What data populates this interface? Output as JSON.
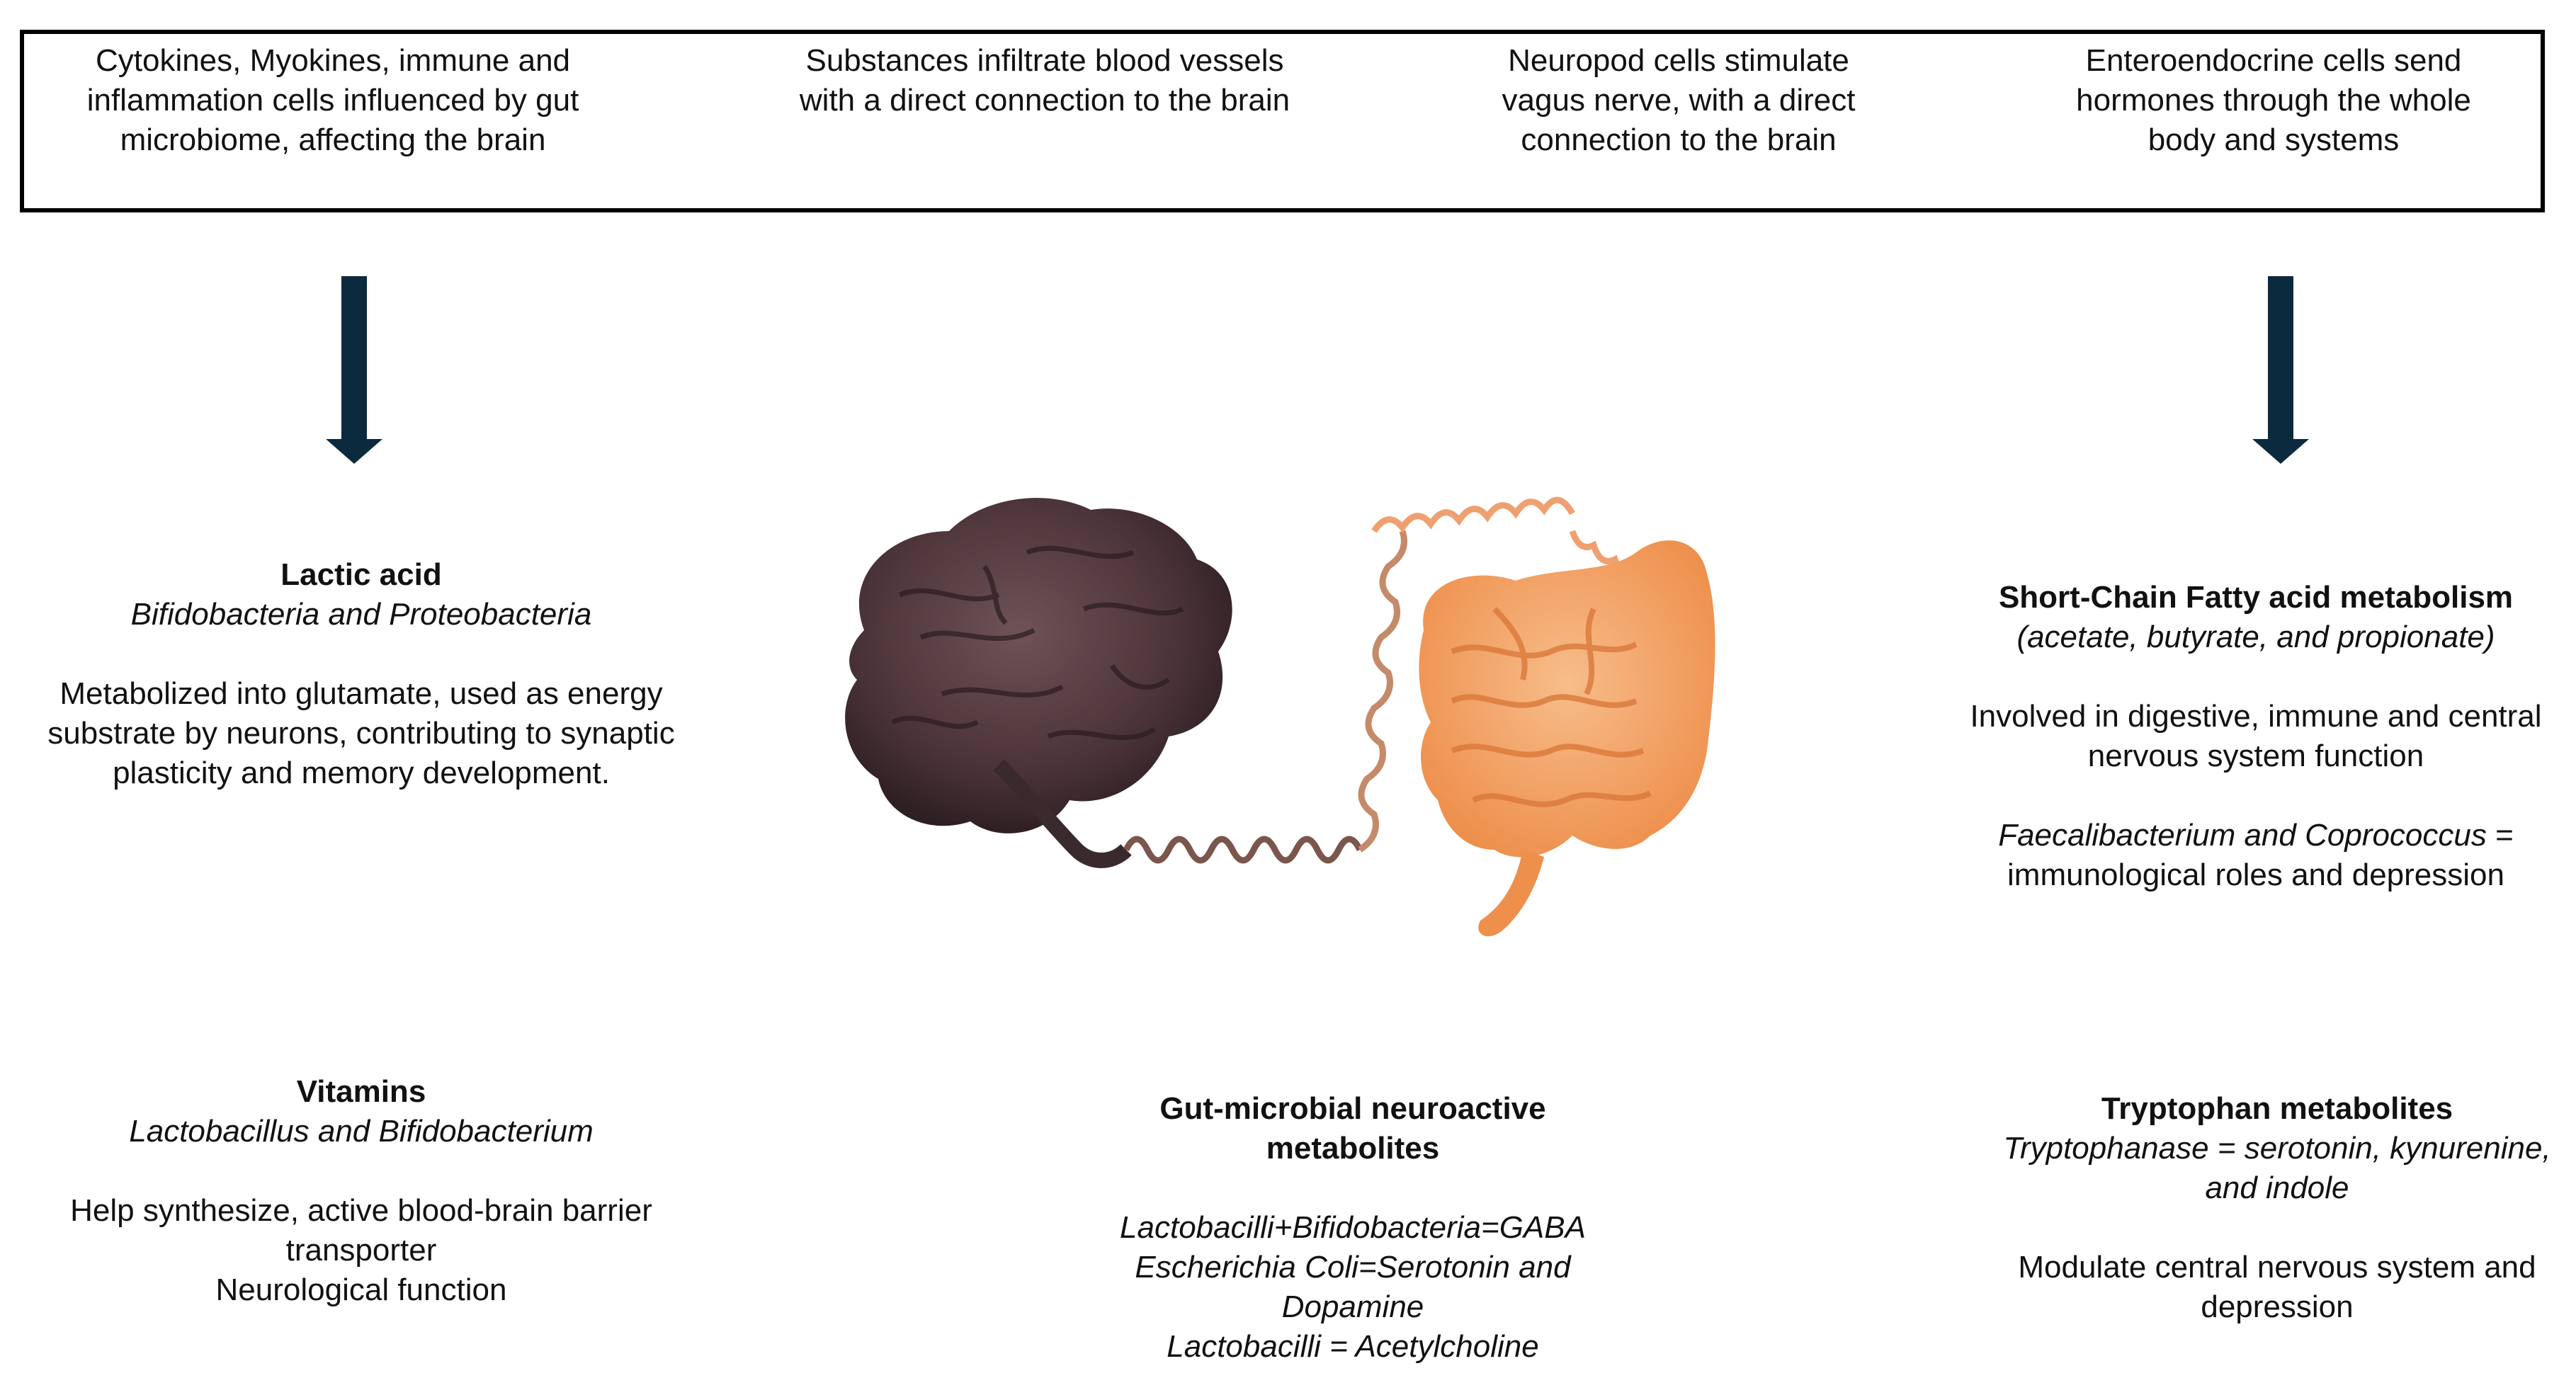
{
  "top_boxes": [
    {
      "text": "Cytokines, Myokines, immune and\ninflammation cells influenced by gut\nmicrobiome, affecting the brain"
    },
    {
      "text": "Substances infiltrate blood vessels\nwith a direct connection to the brain"
    },
    {
      "text": "Neuropod cells stimulate\nvagus nerve, with a direct\nconnection to the brain"
    },
    {
      "text": "Enteroendocrine cells send\nhormones through the whole\nbody and systems"
    }
  ],
  "lactic_acid": {
    "title": "Lactic acid",
    "bacteria": "Bifidobacteria and Proteobacteria",
    "description": "Metabolized into glutamate, used as energy\nsubstrate by neurons, contributing to synaptic\nplasticity and memory development."
  },
  "vitamins": {
    "title": "Vitamins",
    "bacteria": "Lactobacillus and Bifidobacterium",
    "description": "Help synthesize, active blood-brain barrier\ntransporter\nNeurological function"
  },
  "gut_microbial": {
    "title": "Gut-microbial neuroactive\nmetabolites",
    "lines": "Lactobacilli+Bifidobacteria=GABA\nEscherichia Coli=Serotonin and\nDopamine\nLactobacilli = Acetylcholine"
  },
  "scfa": {
    "title": "Short-Chain Fatty acid metabolism",
    "subtitle": "(acetate, butyrate, and propionate)",
    "description": "Involved in digestive, immune and central\nnervous system function",
    "bacteria_line1": "Faecalibacterium and Coprococcus",
    "bacteria_line1_suffix": " =",
    "bacteria_line2": "immunological roles and depression"
  },
  "tryptophan": {
    "title": "Tryptophan metabolites",
    "italic": "Tryptophanase = serotonin, kynurenine,\nand indole",
    "description": "Modulate central nervous system and\ndepression"
  },
  "colors": {
    "arrow": "#0b2a3d",
    "brain": "#4a3338",
    "gut": "#f2a064",
    "nerve_light": "#f0b07e",
    "nerve_dark": "#6a4a44"
  },
  "icons": [
    "down-arrow-icon",
    "brain-icon",
    "intestine-icon",
    "nerve-coil-icon"
  ]
}
